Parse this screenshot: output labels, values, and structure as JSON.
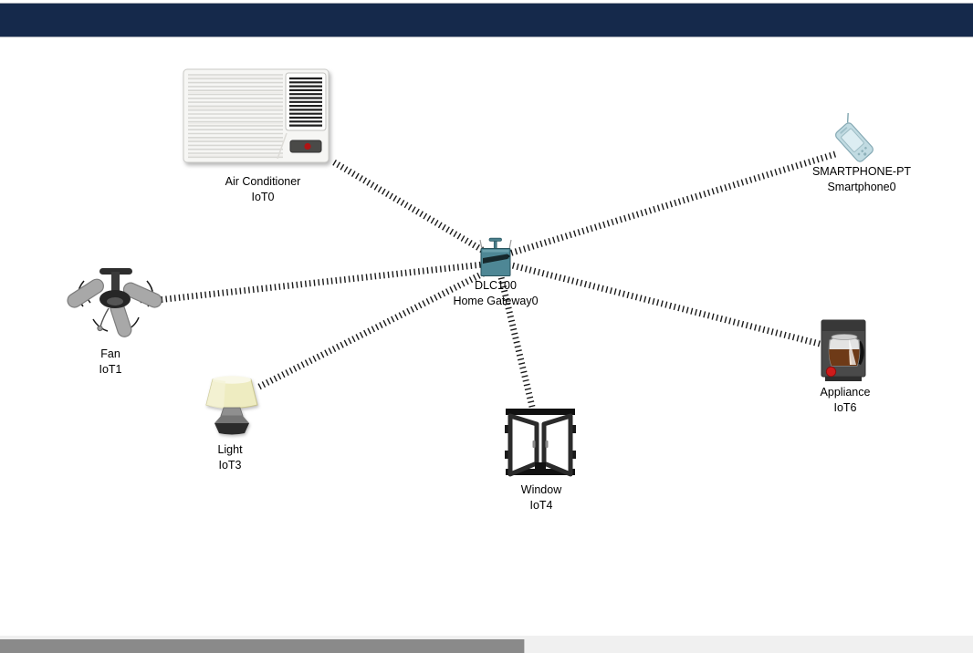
{
  "app": {
    "banner_color": "#15294b",
    "workspace_background": "#ffffff"
  },
  "canvas": {
    "link_color": "#1a1a1a",
    "devices": [
      {
        "id": "iot0",
        "type": "air-conditioner",
        "model_label": "Air Conditioner",
        "name_label": "IoT0"
      },
      {
        "id": "iot1",
        "type": "fan",
        "model_label": "Fan",
        "name_label": "IoT1"
      },
      {
        "id": "iot3",
        "type": "light",
        "model_label": "Light",
        "name_label": "IoT3"
      },
      {
        "id": "iot4",
        "type": "window",
        "model_label": "Window",
        "name_label": "IoT4"
      },
      {
        "id": "iot6",
        "type": "appliance",
        "model_label": "Appliance",
        "name_label": "IoT6"
      },
      {
        "id": "smartphone0",
        "type": "smartphone",
        "model_label": "SMARTPHONE-PT",
        "name_label": "Smartphone0"
      },
      {
        "id": "gateway0",
        "type": "home-gateway",
        "model_label": "DLC100",
        "name_label": "Home Gateway0"
      }
    ],
    "connections": [
      {
        "from": "iot0",
        "to": "gateway0",
        "kind": "wireless"
      },
      {
        "from": "iot1",
        "to": "gateway0",
        "kind": "wireless"
      },
      {
        "from": "iot3",
        "to": "gateway0",
        "kind": "wireless"
      },
      {
        "from": "iot4",
        "to": "gateway0",
        "kind": "wireless"
      },
      {
        "from": "iot6",
        "to": "gateway0",
        "kind": "wireless"
      },
      {
        "from": "smartphone0",
        "to": "gateway0",
        "kind": "wireless"
      }
    ]
  }
}
